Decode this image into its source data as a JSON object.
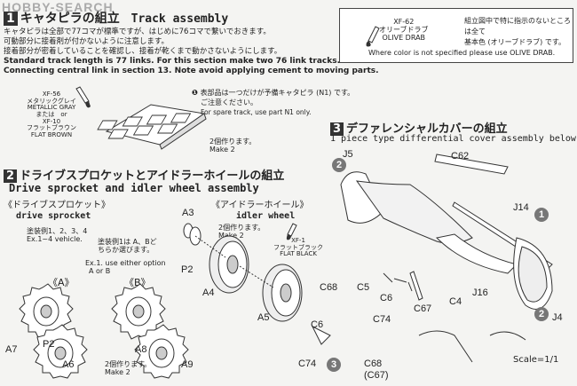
{
  "header": {
    "watermark": "HOBBY-SEARCH",
    "section_number": "1",
    "title_jp": "キャタピラの組立",
    "title_en": "Track assembly"
  },
  "track_notes": {
    "jp_line1": "キャタピラは全部で77コマが標準ですが、はじめに76コマで繋いでおきます。",
    "jp_line2": "可動部分に接着剤が付かないように注意します。",
    "jp_line3": "接着部分が密着していることを確認し、接着が乾くまで動かさないようにします。",
    "en_line1": "Standard track length is 77 links. For this section make two 76 link tracks.",
    "en_line2": "Connecting central link in section 13. Note avoid applying cement to moving parts."
  },
  "paint_box": {
    "code": "XF-62",
    "name_jp": "オリーブドラブ",
    "name_en": "OLIVE DRAB",
    "note_jp1": "組立図中で特に指示のないところは全て",
    "note_jp2": "基本色 (オリーブドラブ) です。",
    "note_en": "Where color is not specified please use OLIVE DRAB."
  },
  "track_paint": {
    "code1": "XF-56",
    "name1_jp": "メタリックグレイ",
    "name1_en": "METALLIC GRAY",
    "or_text": "または　or",
    "code2": "XF-10",
    "name2_jp": "フラットブラウン",
    "name2_en": "FLAT BROWN"
  },
  "spare_note": {
    "jp1": "表部品は一つだけが予備キャタピラ (N1) です。",
    "jp2": "ご注意ください。",
    "en": "For spare track, use part N1 only."
  },
  "track_make": {
    "jp": "2個作ります。",
    "en": "Make 2"
  },
  "section2": {
    "number": "2",
    "title_jp": "ドライブスプロケットとアイドラーホイールの組立",
    "title_en": "Drive sprocket and idler wheel assembly",
    "sprocket_label_jp": "《ドライブスプロケット》",
    "sprocket_label_en": "drive sprocket",
    "sprocket_paint_jp": "塗装例1、2、3、4",
    "sprocket_paint_en": "Ex.1~4 vehicle.",
    "option_jp1": "塗装例1は A、Bど",
    "option_jp2": "ちらか選びます。",
    "option_en1": "Ex.1. use either option",
    "option_en2": "A or B",
    "opt_a": "《A》",
    "opt_b": "《B》",
    "idler_label_jp": "《アイドラーホイール》",
    "idler_label_en": "idler wheel",
    "idler_make_jp": "2個作ります。",
    "idler_make_en": "Make 2",
    "sprocket_make_jp": "2個作ります。",
    "sprocket_make_en": "Make 2",
    "flat_black_code": "XF-1",
    "flat_black_jp": "フラットブラック",
    "flat_black_en": "FLAT BLACK",
    "parts": {
      "a3": "A3",
      "p2_top": "P2",
      "a4": "A4",
      "a5": "A5",
      "a7": "A7",
      "p2_bottom": "P2",
      "a6": "A6",
      "a8": "A8",
      "a9": "A9"
    }
  },
  "section3": {
    "number": "3",
    "title_jp": "デファレンシャルカバーの組立",
    "title_en": "1 piece type differential cover assembly below",
    "parts": {
      "j5": "J5",
      "c62": "C62",
      "j14": "J14",
      "c68": "C68",
      "c5": "C5",
      "c6": "C6",
      "c74": "C74",
      "c67": "C67",
      "c4": "C4",
      "j16": "J16",
      "j4": "J4",
      "c6_bottom": "C6",
      "c74_bottom": "C74",
      "c68_bottom": "C68",
      "c67_bottom": "(C67)"
    },
    "callouts": {
      "two_a": "2",
      "one": "1",
      "two_b": "2",
      "three": "3"
    },
    "scale": "Scale=1/1"
  }
}
